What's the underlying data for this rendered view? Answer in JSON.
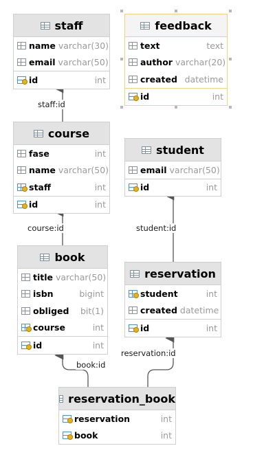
{
  "tables": {
    "staff": {
      "title": "staff",
      "columns": [
        {
          "name": "name",
          "type": "varchar(30)"
        },
        {
          "name": "email",
          "type": "varchar(50)"
        }
      ],
      "keys": [
        {
          "name": "id",
          "type": "int"
        }
      ]
    },
    "feedback": {
      "title": "feedback",
      "columns": [
        {
          "name": "text",
          "type": "text"
        },
        {
          "name": "author",
          "type": "varchar(20)"
        },
        {
          "name": "created",
          "type": "datetime"
        }
      ],
      "keys": [
        {
          "name": "id",
          "type": "int"
        }
      ]
    },
    "course": {
      "title": "course",
      "columns": [
        {
          "name": "fase",
          "type": "int"
        },
        {
          "name": "name",
          "type": "varchar(50)"
        },
        {
          "name": "staff",
          "type": "int"
        }
      ],
      "keys": [
        {
          "name": "id",
          "type": "int"
        }
      ]
    },
    "student": {
      "title": "student",
      "columns": [
        {
          "name": "email",
          "type": "varchar(50)"
        }
      ],
      "keys": [
        {
          "name": "id",
          "type": "int"
        }
      ]
    },
    "book": {
      "title": "book",
      "columns": [
        {
          "name": "title",
          "type": "varchar(50)"
        },
        {
          "name": "isbn",
          "type": "bigint"
        },
        {
          "name": "obliged",
          "type": "bit(1)"
        },
        {
          "name": "course",
          "type": "int"
        }
      ],
      "keys": [
        {
          "name": "id",
          "type": "int"
        }
      ]
    },
    "reservation": {
      "title": "reservation",
      "columns": [
        {
          "name": "student",
          "type": "int"
        },
        {
          "name": "created",
          "type": "datetime"
        }
      ],
      "keys": [
        {
          "name": "id",
          "type": "int"
        }
      ]
    },
    "reservation_book": {
      "title": "reservation_book",
      "columns": [
        {
          "name": "reservation",
          "type": "int"
        },
        {
          "name": "book",
          "type": "int"
        }
      ],
      "keys": []
    }
  },
  "links": {
    "staff_id": "staff:id",
    "course_id": "course:id",
    "student_id": "student:id",
    "book_id": "book:id",
    "reservation_id": "reservation:id"
  },
  "colors": {
    "header": "#e3e3e3",
    "border": "#cfcfcf",
    "selection": "#f2d27a",
    "type_text": "#9a9a9a",
    "arrow": "#555555"
  },
  "icons": {
    "table": "table-icon",
    "column": "column-icon",
    "foreign_key": "foreign-key-icon",
    "primary_key": "primary-key-icon"
  }
}
